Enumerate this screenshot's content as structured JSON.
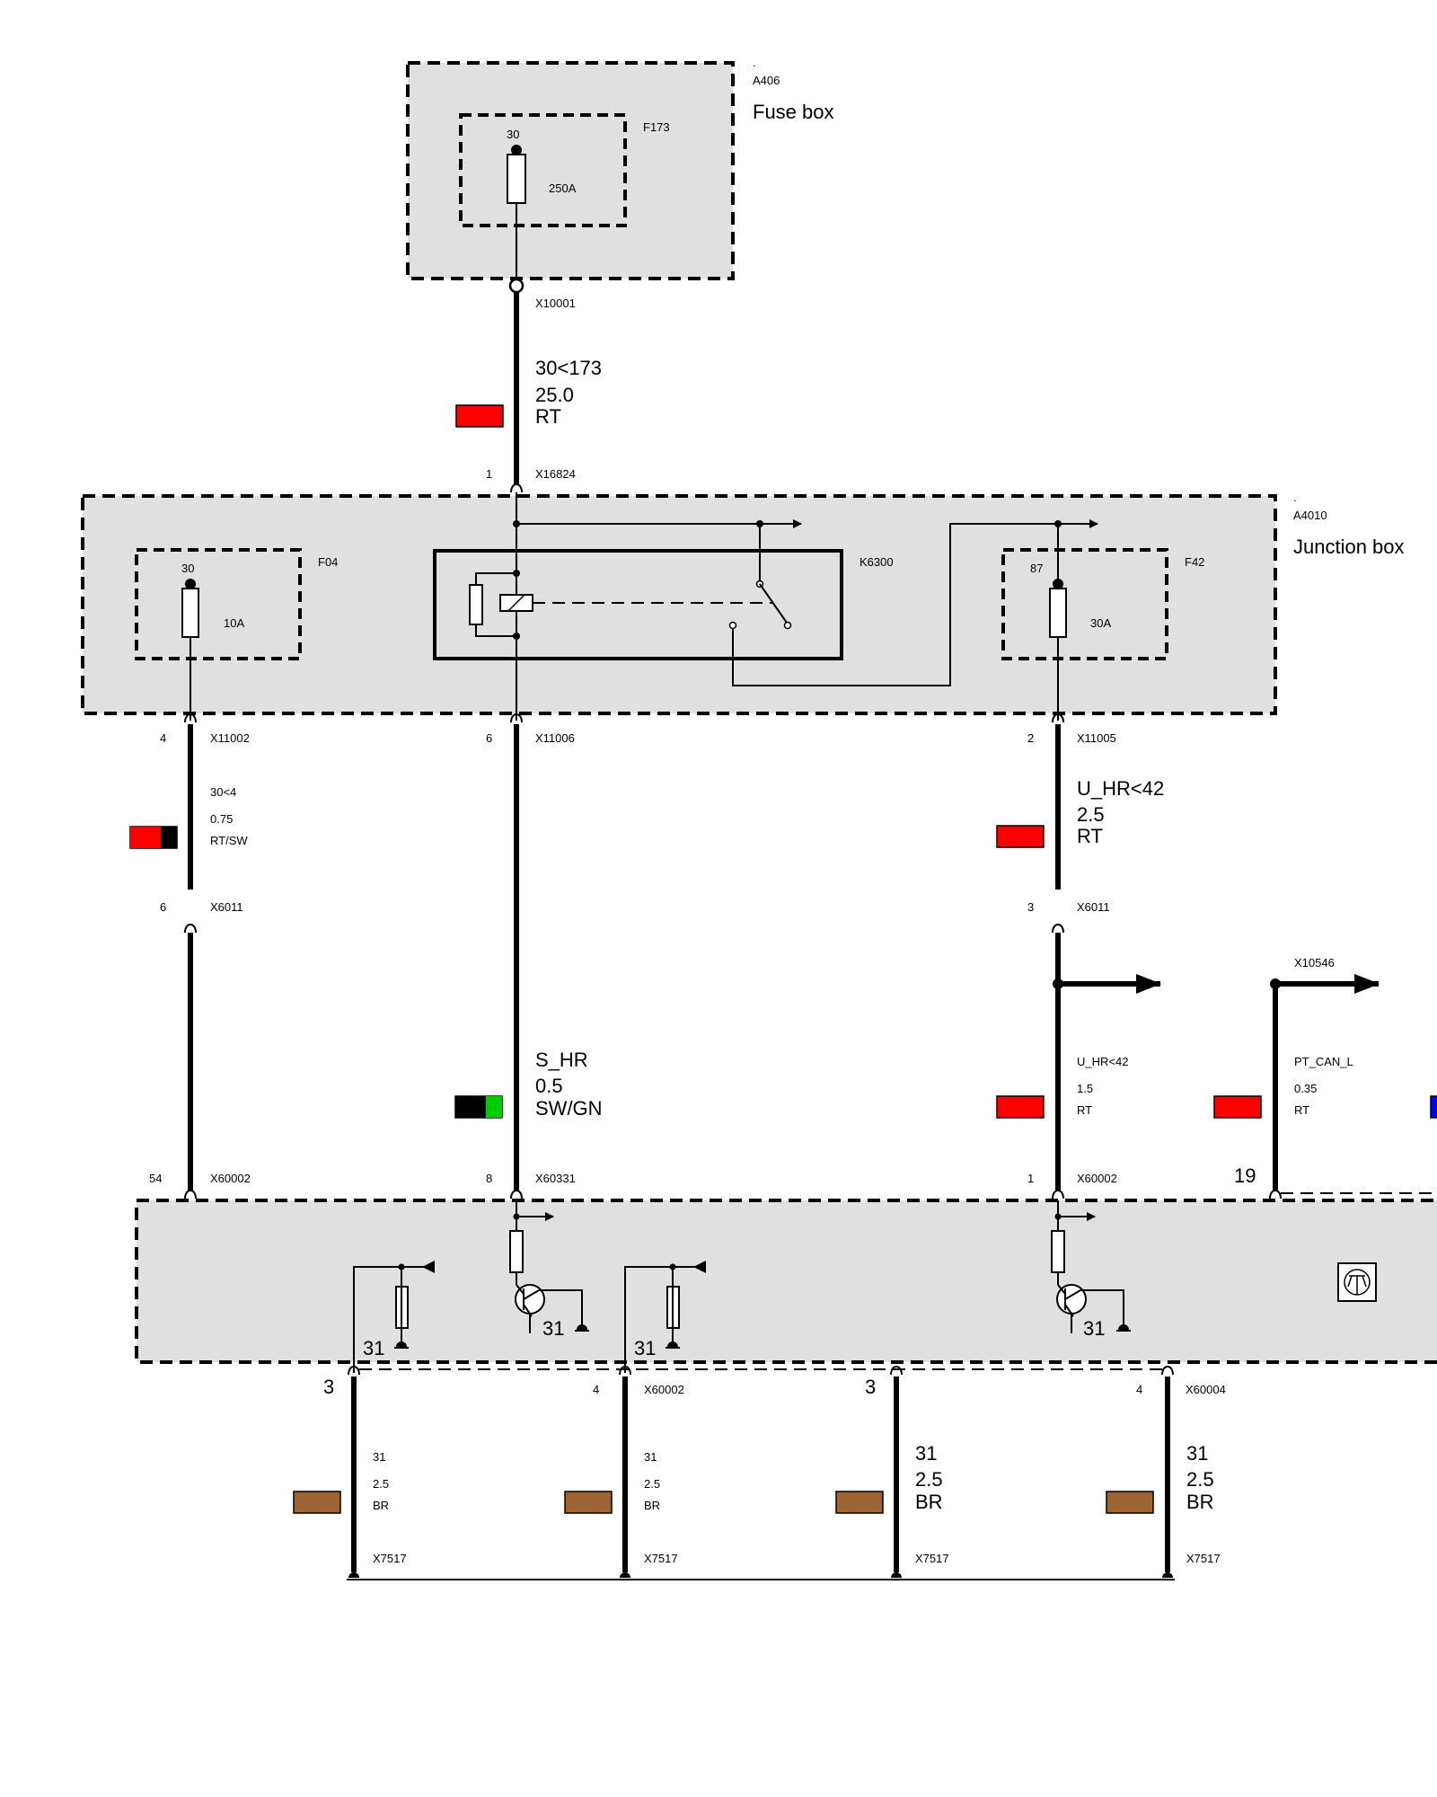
{
  "modules": {
    "fuse_box": {
      "dot": ".",
      "id": "A406",
      "name": "Fuse box"
    },
    "junction_box": {
      "dot": ".",
      "id": "A4010",
      "name": "Junction box"
    }
  },
  "fuses": {
    "f173": {
      "id": "F173",
      "pin": "30",
      "rating": "250A"
    },
    "f04": {
      "id": "F04",
      "pin": "30",
      "rating": "10A"
    },
    "f42": {
      "id": "F42",
      "pin": "87",
      "rating": "30A"
    }
  },
  "relay": {
    "id": "K6300"
  },
  "connectors": {
    "x10001": "X10001",
    "x16824": {
      "pin": "1",
      "id": "X16824"
    },
    "x11002": {
      "pin": "4",
      "id": "X11002"
    },
    "x11006": {
      "pin": "6",
      "id": "X11006"
    },
    "x11005": {
      "pin": "2",
      "id": "X11005"
    },
    "x6011_a": {
      "pin": "6",
      "id": "X6011"
    },
    "x6011_b": {
      "pin": "3",
      "id": "X6011"
    },
    "x10546": "X10546",
    "x60002_a": {
      "pin": "54",
      "id": "X60002"
    },
    "x60331": {
      "pin": "8",
      "id": "X60331"
    },
    "x60002_b": {
      "pin": "1",
      "id": "X60002"
    },
    "pin19": "19",
    "bottom_pins": [
      "3",
      "4",
      "3",
      "4"
    ],
    "x60002_c": "X60002",
    "x60004": "X60004",
    "x7517": [
      "X7517",
      "X7517",
      "X7517",
      "X7517"
    ]
  },
  "wires": {
    "w_main": {
      "signal": "30<173",
      "size": "25.0",
      "color": "RT"
    },
    "w_f04": {
      "signal": "30<4",
      "size": "0.75",
      "color": "RT/SW"
    },
    "w_f42": {
      "signal": "U_HR<42",
      "size": "2.5",
      "color": "RT"
    },
    "w_shr": {
      "signal": "S_HR",
      "size": "0.5",
      "color": "SW/GN"
    },
    "w_uhr2": {
      "signal": "U_HR<42",
      "size": "1.5",
      "color": "RT"
    },
    "w_can": {
      "signal": "PT_CAN_L",
      "size": "0.35",
      "color": "RT"
    },
    "g1": {
      "signal": "31",
      "size": "2.5",
      "color": "BR"
    },
    "g2": {
      "signal": "31",
      "size": "2.5",
      "color": "BR"
    },
    "g3": {
      "signal": "31",
      "size": "2.5",
      "color": "BR"
    },
    "g4": {
      "signal": "31",
      "size": "2.5",
      "color": "BR"
    }
  },
  "ground_labels": [
    "31",
    "31",
    "31",
    "31"
  ],
  "colors": {
    "rt": "#ff0000",
    "sw": "#000000",
    "gn": "#00cc00",
    "br": "#9c6432",
    "bl": "#0000ff",
    "box_fill": "#e0e0e0"
  }
}
